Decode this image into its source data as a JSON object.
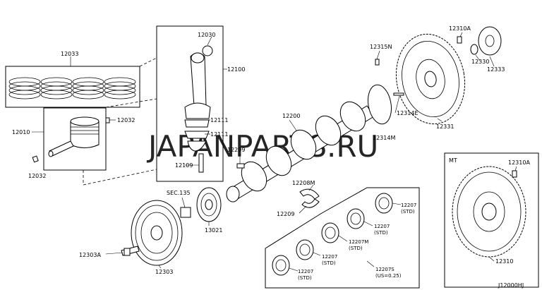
{
  "diagram_code": "J12000HJ",
  "watermark": "JAPANPARTS.RU",
  "mt_label": "MT",
  "labels": {
    "rings": "12033",
    "piston": "12010",
    "pin_clip_right": "12032",
    "pin_clip_left": "12032",
    "rod_bushing": "12030",
    "conrod": "12100",
    "rod_bearing_upper": "12111",
    "rod_bearing_lower": "12111",
    "rod_bolt": "12109",
    "crankshaft": "12200",
    "key": "12299",
    "thrust_washer_ref": "12208M",
    "thrust_washer": "12209",
    "sec135": "SEC.135",
    "crank_sprocket": "13021",
    "pulley": "12303",
    "pulley_bolt": "12303A",
    "pilot_bolt": "12315N",
    "spacer": "12314E",
    "plate_ref": "12314M",
    "drive_plate": "12331",
    "drive_plate_bolt": "12310A",
    "reinforce": "12330",
    "plate_ring": "12333",
    "flywheel_bolt": "12310A",
    "flywheel": "12310",
    "main_bearing_1": "12207",
    "main_bearing_1_note": "(STD)",
    "main_bearing_2": "12207",
    "main_bearing_2_note": "(STD)",
    "main_bearing_3": "12207M",
    "main_bearing_3_note": "(STD)",
    "main_bearing_4": "12207",
    "main_bearing_4_note": "(STD)",
    "main_bearing_5": "12207",
    "main_bearing_5_note": "(STD)",
    "main_bearing_kit": "12207S",
    "main_bearing_kit_note": "(US=0.25)"
  }
}
